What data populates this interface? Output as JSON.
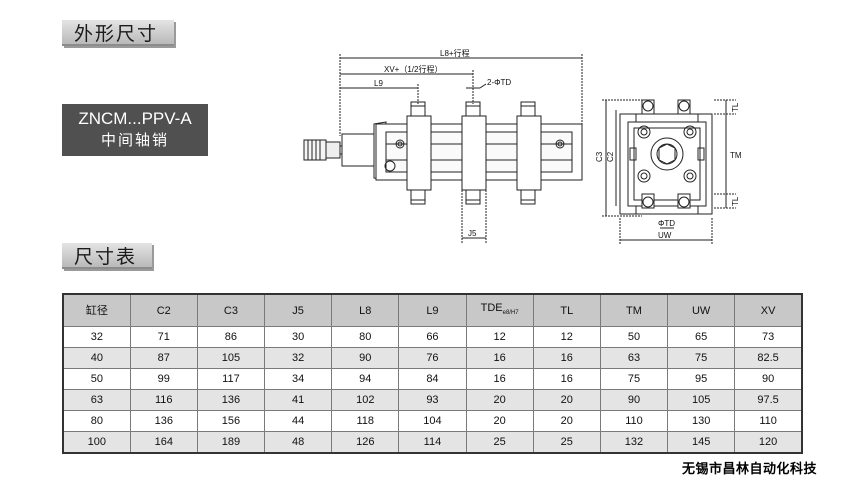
{
  "sections": {
    "outline_title": "外形尺寸",
    "table_title": "尺寸表"
  },
  "model": {
    "code": "ZNCM...PPV-A",
    "name": "中间轴销"
  },
  "drawing_labels": {
    "l8": "L8+行程",
    "xv": "XV+（1/2行程）",
    "l9": "L9",
    "td2": "2-ΦTD",
    "j5": "J5",
    "c3": "C3",
    "c2": "C2",
    "tl_top": "TL",
    "tm": "TM",
    "tl_bottom": "TL",
    "td": "ΦTD",
    "uw": "UW"
  },
  "table": {
    "headers": [
      "缸径",
      "C2",
      "C3",
      "J5",
      "L8",
      "L9",
      "TDE",
      "TL",
      "TM",
      "UW",
      "XV"
    ],
    "header_sub": "e8/H7",
    "rows": [
      [
        "32",
        "71",
        "86",
        "30",
        "80",
        "66",
        "12",
        "12",
        "50",
        "65",
        "73"
      ],
      [
        "40",
        "87",
        "105",
        "32",
        "90",
        "76",
        "16",
        "16",
        "63",
        "75",
        "82.5"
      ],
      [
        "50",
        "99",
        "117",
        "34",
        "94",
        "84",
        "16",
        "16",
        "75",
        "95",
        "90"
      ],
      [
        "63",
        "116",
        "136",
        "41",
        "102",
        "93",
        "20",
        "20",
        "90",
        "105",
        "97.5"
      ],
      [
        "80",
        "136",
        "156",
        "44",
        "118",
        "104",
        "20",
        "20",
        "110",
        "130",
        "110"
      ],
      [
        "100",
        "164",
        "189",
        "48",
        "126",
        "114",
        "25",
        "25",
        "132",
        "145",
        "120"
      ]
    ]
  },
  "footer": "无锡市昌林自动化科技"
}
